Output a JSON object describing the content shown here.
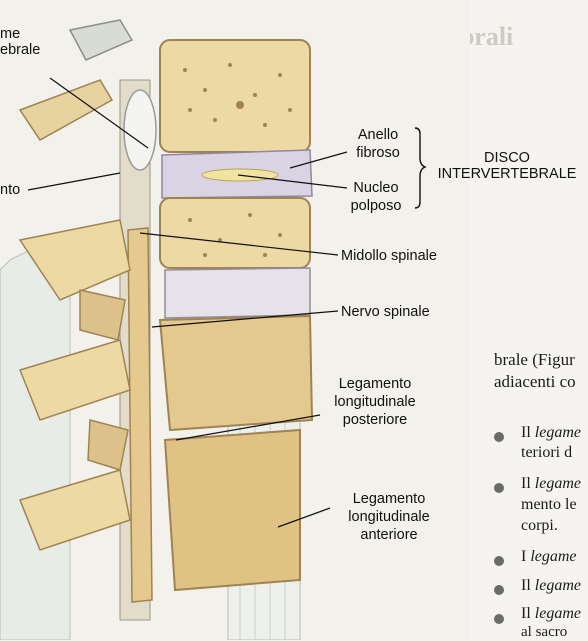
{
  "labels": {
    "top_left_1": "me",
    "top_left_2": "ebrale",
    "mid_left": "nto",
    "anello_1": "Anello",
    "anello_2": "fibroso",
    "nucleo_1": "Nucleo",
    "nucleo_2": "polposo",
    "disco_1": "DISCO",
    "disco_2": "INTERVERTEBRALE",
    "midollo": "Midollo spinale",
    "nervo": "Nervo spinale",
    "lpost_1": "Legamento",
    "lpost_2": "longitudinale",
    "lpost_3": "posteriore",
    "lant_1": "Legamento",
    "lant_2": "longitudinale",
    "lant_3": "anteriore"
  },
  "book": {
    "heading_fragment": "rvertebrali",
    "para_1": "brale (Figur",
    "para_2": "adiacenti co",
    "items": [
      {
        "lead": "Il ",
        "italic": "legame",
        "line2": "teriori d"
      },
      {
        "lead": "Il ",
        "italic": "legame",
        "line2": "mento le",
        "line3": "corpi."
      },
      {
        "lead": "I ",
        "italic": "legame"
      },
      {
        "lead": "Il ",
        "italic": "legame"
      },
      {
        "lead": "Il ",
        "italic": "legame",
        "line2": "al sacro"
      }
    ]
  },
  "colors": {
    "bone": "#ecd9a4",
    "bone_shadow": "#c9a866",
    "disc": "#d9d3e3",
    "ligament": "#e6eae6",
    "background": "#f6f4f0"
  }
}
